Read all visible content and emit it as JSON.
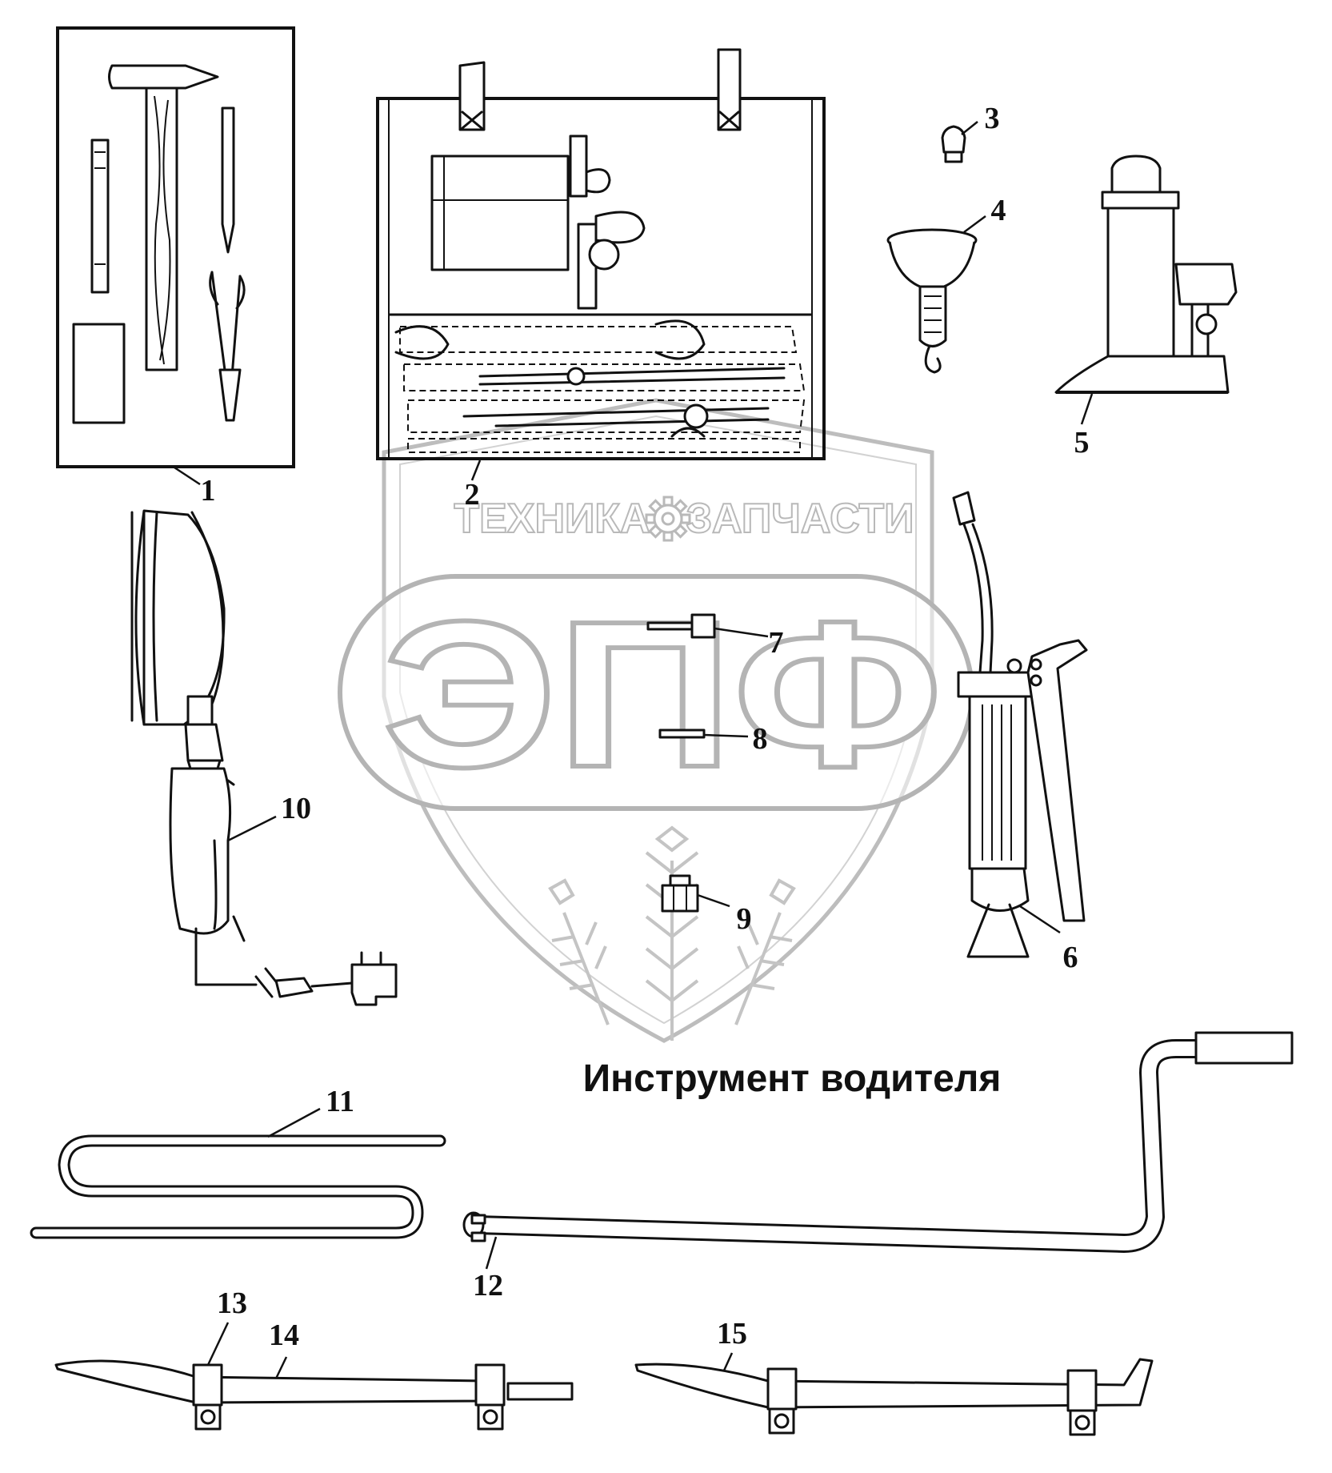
{
  "title": "Инструмент водителя",
  "watermark": {
    "left_word": "ТЕХНИКА",
    "right_word": "ЗАПЧАСТИ",
    "logo": "ЭПФ",
    "gear_icon": "gear-icon",
    "outline_color": "#b4b4b4"
  },
  "callouts": [
    "1",
    "2",
    "3",
    "4",
    "5",
    "6",
    "7",
    "8",
    "9",
    "10",
    "11",
    "12",
    "13",
    "14",
    "15"
  ]
}
